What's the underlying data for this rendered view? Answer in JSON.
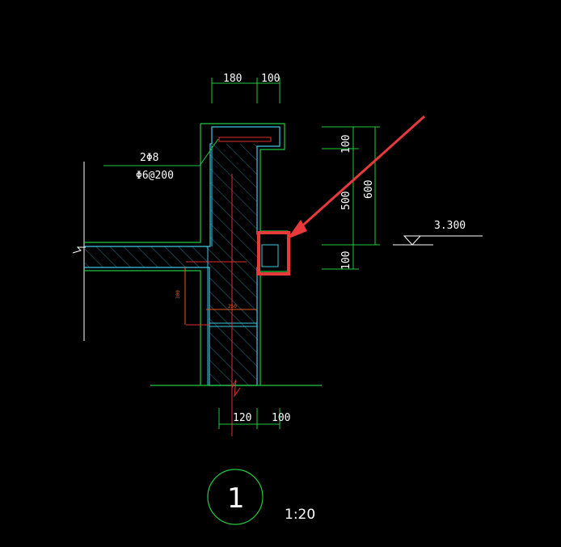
{
  "drawing": {
    "top_dims": {
      "left": "180",
      "right": "100"
    },
    "bottom_dims": {
      "left": "120",
      "right": "100"
    },
    "right_dims": {
      "top": "100",
      "middle": "500",
      "bottom": "100",
      "total": "600"
    },
    "elevation": "3.300",
    "rebar_note": {
      "line1": "2Φ8",
      "line2": "Φ6@200"
    },
    "inner_dim_vertical": "300",
    "inner_dim_horizontal": "250",
    "detail_number": "1",
    "scale": "1:20"
  },
  "colors": {
    "background": "#000000",
    "cyan": "#3ec8e0",
    "green": "#22c940",
    "white": "#ffffff",
    "red": "#e03030",
    "orange": "#e05a20",
    "hatch": "#2f8fb0",
    "highlight": "#e8393b"
  }
}
